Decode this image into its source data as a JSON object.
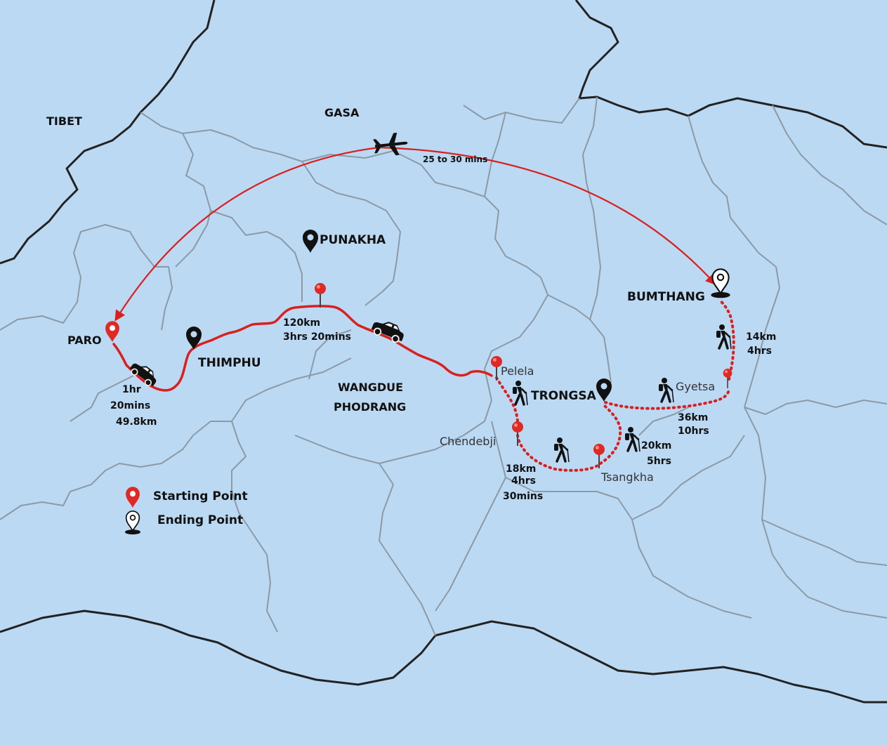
{
  "regions": {
    "tibet": "TIBET",
    "gasa": "GASA"
  },
  "places": {
    "paro": "PARO",
    "thimphu": "THIMPHU",
    "punakha": "PUNAKHA",
    "wangdue_line1": "WANGDUE",
    "wangdue_line2": "PHODRANG",
    "trongsa": "TRONGSA",
    "bumthang": "BUMTHANG"
  },
  "stops": {
    "pelela": "Pelela",
    "chendebji": "Chendebji",
    "tsangkha": "Tsangkha",
    "gyetsa": "Gyetsa"
  },
  "segments": {
    "flight": "25 to 30 mins",
    "paro_thimphu": [
      "1hr",
      "20mins",
      "49.8km"
    ],
    "thimphu_pelela": [
      "120km",
      "3hrs 20mins"
    ],
    "pelela_tsangkha": [
      "18km",
      "4hrs",
      "30mins"
    ],
    "tsangkha_trongsa": [
      "20km",
      "5hrs"
    ],
    "trongsa_gyetsa": [
      "36km",
      "10hrs"
    ],
    "gyetsa_bumthang": [
      "14km",
      "4hrs"
    ]
  },
  "legend": {
    "start": "Starting Point",
    "end": "Ending Point"
  },
  "colors": {
    "water_bg": "#bcd9f3",
    "route": "#d9201e",
    "border": "#222222",
    "district_border": "#8c9aa6"
  },
  "icons": {
    "start_marker": "red-location-pin",
    "end_marker": "outline-location-pin",
    "city_marker": "black-location-pin",
    "stop_marker": "red-push-pin",
    "car": "car-icon",
    "hiker": "hiker-icon",
    "plane": "airplane-icon"
  }
}
